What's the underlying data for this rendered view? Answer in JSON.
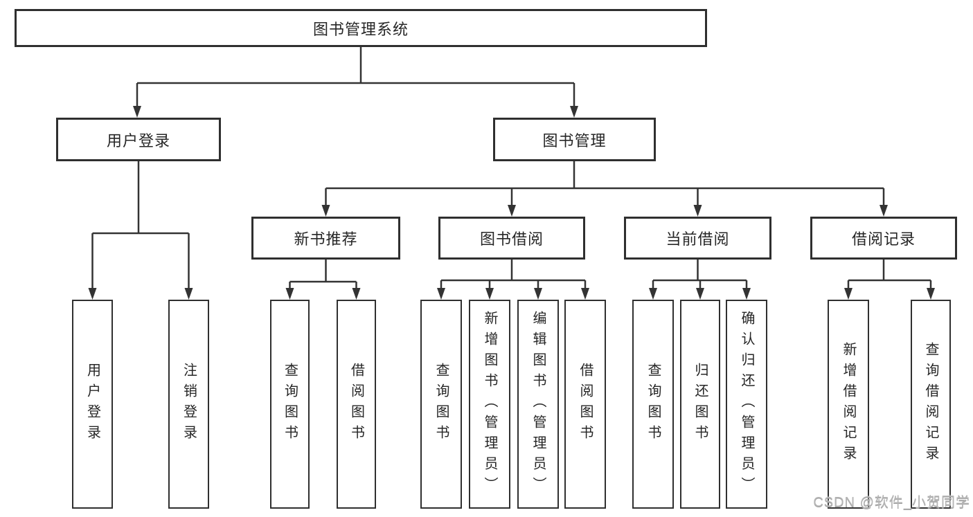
{
  "tree": {
    "label": "图书管理系统",
    "children": [
      {
        "label": "用户登录",
        "children": [
          {
            "label": "用户登录"
          },
          {
            "label": "注销登录"
          }
        ]
      },
      {
        "label": "图书管理",
        "children": [
          {
            "label": "新书推荐",
            "children": [
              {
                "label": "查询图书"
              },
              {
                "label": "借阅图书"
              }
            ]
          },
          {
            "label": "图书借阅",
            "children": [
              {
                "label": "查询图书"
              },
              {
                "label": "新增图书（管理员）"
              },
              {
                "label": "编辑图书（管理员）"
              },
              {
                "label": "借阅图书"
              }
            ]
          },
          {
            "label": "当前借阅",
            "children": [
              {
                "label": "查询图书"
              },
              {
                "label": "归还图书"
              },
              {
                "label": "确认归还（管理员）"
              }
            ]
          },
          {
            "label": "借阅记录",
            "children": [
              {
                "label": "新增借阅记录"
              },
              {
                "label": "查询借阅记录"
              }
            ]
          }
        ]
      }
    ]
  },
  "watermark": {
    "text": "CSDN @软件_小贺同学"
  },
  "colors": {
    "background": "#ffffff",
    "line": "#333333",
    "box_border": "#2f2f2f",
    "text": "#262626",
    "watermark": "#b5b5b5"
  }
}
